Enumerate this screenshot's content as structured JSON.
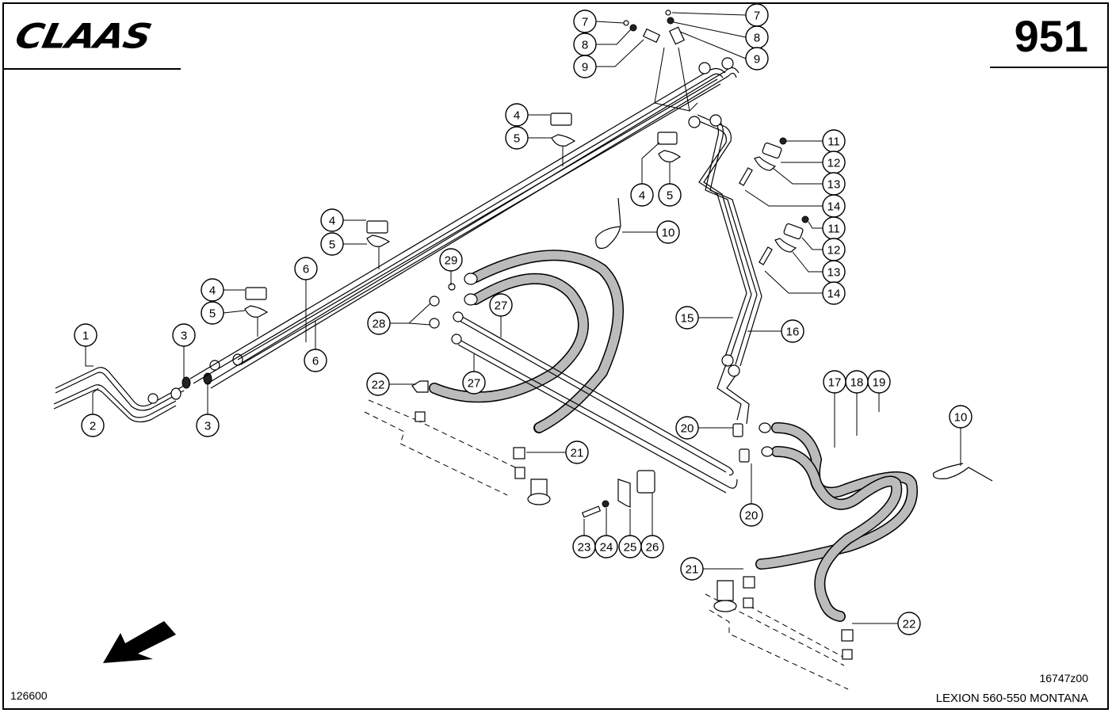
{
  "header": {
    "brand": "CLAAS",
    "page_number": "951"
  },
  "footer": {
    "left_code": "126600",
    "drawing_code": "16747z00",
    "model": "LEXION 560-550 MONTANA"
  },
  "direction_arrow": {
    "icon": "arrow-down-left-icon",
    "meaning": "direction of travel"
  },
  "callouts": [
    {
      "id": "c1",
      "label": "1"
    },
    {
      "id": "c2",
      "label": "2"
    },
    {
      "id": "c3a",
      "label": "3"
    },
    {
      "id": "c3b",
      "label": "3"
    },
    {
      "id": "c4a",
      "label": "4"
    },
    {
      "id": "c5a",
      "label": "5"
    },
    {
      "id": "c4b",
      "label": "4"
    },
    {
      "id": "c5b",
      "label": "5"
    },
    {
      "id": "c4c",
      "label": "4"
    },
    {
      "id": "c5c",
      "label": "5"
    },
    {
      "id": "c4d",
      "label": "4"
    },
    {
      "id": "c5d",
      "label": "5"
    },
    {
      "id": "c6a",
      "label": "6"
    },
    {
      "id": "c6b",
      "label": "6"
    },
    {
      "id": "c7a",
      "label": "7"
    },
    {
      "id": "c8a",
      "label": "8"
    },
    {
      "id": "c9a",
      "label": "9"
    },
    {
      "id": "c7b",
      "label": "7"
    },
    {
      "id": "c8b",
      "label": "8"
    },
    {
      "id": "c9b",
      "label": "9"
    },
    {
      "id": "c10a",
      "label": "10"
    },
    {
      "id": "c10b",
      "label": "10"
    },
    {
      "id": "c11a",
      "label": "11"
    },
    {
      "id": "c12a",
      "label": "12"
    },
    {
      "id": "c13a",
      "label": "13"
    },
    {
      "id": "c14a",
      "label": "14"
    },
    {
      "id": "c11b",
      "label": "11"
    },
    {
      "id": "c12b",
      "label": "12"
    },
    {
      "id": "c13b",
      "label": "13"
    },
    {
      "id": "c14b",
      "label": "14"
    },
    {
      "id": "c15",
      "label": "15"
    },
    {
      "id": "c16",
      "label": "16"
    },
    {
      "id": "c17",
      "label": "17"
    },
    {
      "id": "c18",
      "label": "18"
    },
    {
      "id": "c19",
      "label": "19"
    },
    {
      "id": "c20a",
      "label": "20"
    },
    {
      "id": "c20b",
      "label": "20"
    },
    {
      "id": "c21a",
      "label": "21"
    },
    {
      "id": "c21b",
      "label": "21"
    },
    {
      "id": "c22a",
      "label": "22"
    },
    {
      "id": "c22b",
      "label": "22"
    },
    {
      "id": "c23",
      "label": "23"
    },
    {
      "id": "c24",
      "label": "24"
    },
    {
      "id": "c25",
      "label": "25"
    },
    {
      "id": "c26",
      "label": "26"
    },
    {
      "id": "c27a",
      "label": "27"
    },
    {
      "id": "c27b",
      "label": "27"
    },
    {
      "id": "c28",
      "label": "28"
    },
    {
      "id": "c29",
      "label": "29"
    }
  ]
}
